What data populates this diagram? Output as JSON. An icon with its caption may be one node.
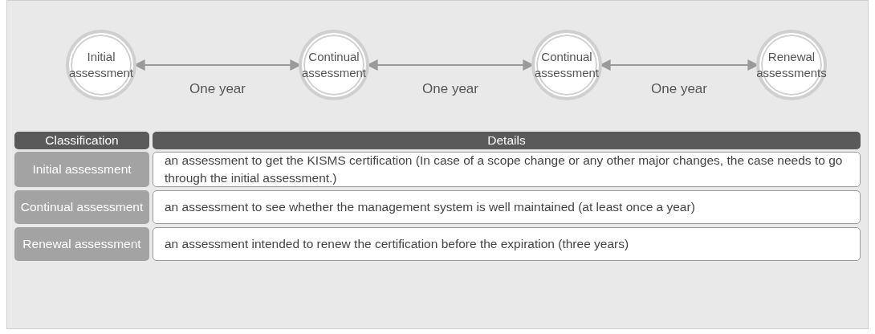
{
  "diagram": {
    "nodes": [
      {
        "text": [
          "Initial assessment"
        ]
      },
      {
        "text": [
          "Continual assessment"
        ]
      },
      {
        "text": [
          "Continual assessment"
        ]
      },
      {
        "text": [
          "Renewal assessments"
        ]
      }
    ],
    "edges": [
      {
        "from": 0,
        "to": 1,
        "arrow": "both",
        "label": "One year"
      },
      {
        "from": 1,
        "to": 2,
        "arrow": "both",
        "label": "One year"
      },
      {
        "from": 2,
        "to": 3,
        "arrow": "both",
        "label": "One year"
      }
    ],
    "labels": [
      "Classification",
      "Details",
      "Initial assessment",
      "an assessment to get the KISMS certification (In case of a scope change or any other major changes, the case needs to go through the initial assessment.)",
      "Continual assessment",
      "an assessment to see whether the management system is well maintained (at least once a year)",
      "Renewal assessment",
      "an assessment intended to renew the certification before the expiration (three years)"
    ]
  }
}
